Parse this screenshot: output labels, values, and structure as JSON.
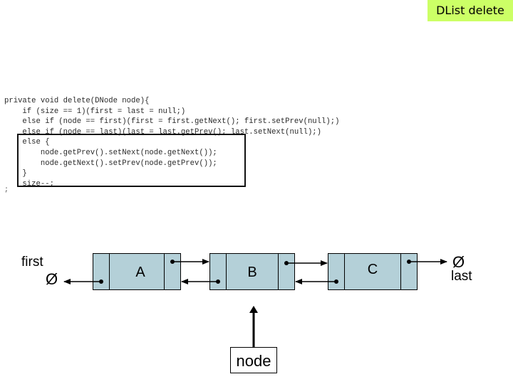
{
  "header": {
    "title": "DList delete"
  },
  "code": {
    "lines": [
      "private void delete(DNode node){",
      "    if (size == 1)(first = last = null;)",
      "    else if (node == first)(first = first.getNext(); first.setPrev(null);)",
      "    else if (node == last)(last = last.getPrev(); last.setNext(null);)",
      "    else {",
      "        node.getPrev().setNext(node.getNext());",
      "        node.getNext().setPrev(node.getPrev());",
      "    }",
      "    size--;"
    ],
    "trailing": ";"
  },
  "diagram": {
    "first_label": "first",
    "last_label": "last",
    "null_symbol": "Ø",
    "nodes": [
      {
        "label": "A"
      },
      {
        "label": "B"
      },
      {
        "label": "C"
      }
    ],
    "node_pointer_label": "node"
  },
  "colors": {
    "title_bg": "#ccff66",
    "node_fill": "#b4d0d8"
  }
}
